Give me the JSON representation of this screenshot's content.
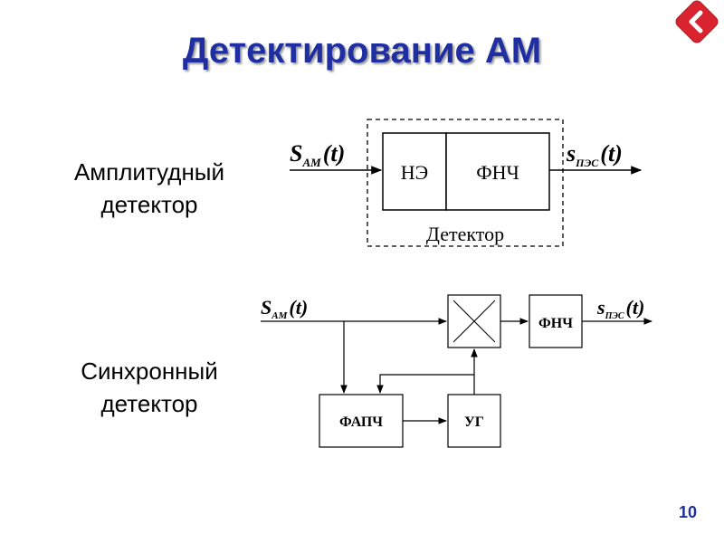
{
  "slide": {
    "title": "Детектирование АМ",
    "page_number": "10",
    "nav_button_icon": "back-arrow-icon",
    "accent_color": "#1f2ea0",
    "nav_color": "#d9232e"
  },
  "sections": {
    "amplitude": {
      "label_line1": "Амплитудный",
      "label_line2": "детектор",
      "diagram": {
        "input_signal": "S",
        "input_sub": "AM",
        "input_arg": "(t)",
        "output_signal": "s",
        "output_sub": "ПЭС",
        "output_arg": "(t)",
        "block_ne": "НЭ",
        "block_fnch": "ФНЧ",
        "group_label": "Детектор"
      }
    },
    "synchronous": {
      "label_line1": "Синхронный",
      "label_line2": "детектор",
      "diagram": {
        "input_signal": "S",
        "input_sub": "AM",
        "input_arg": "(t)",
        "output_signal": "s",
        "output_sub": "ПЭС",
        "output_arg": "(t)",
        "block_fnch": "ФНЧ",
        "block_fapch": "ФАПЧ",
        "block_ug": "УГ",
        "mixer_icon": "multiplier-cross-icon"
      }
    }
  }
}
